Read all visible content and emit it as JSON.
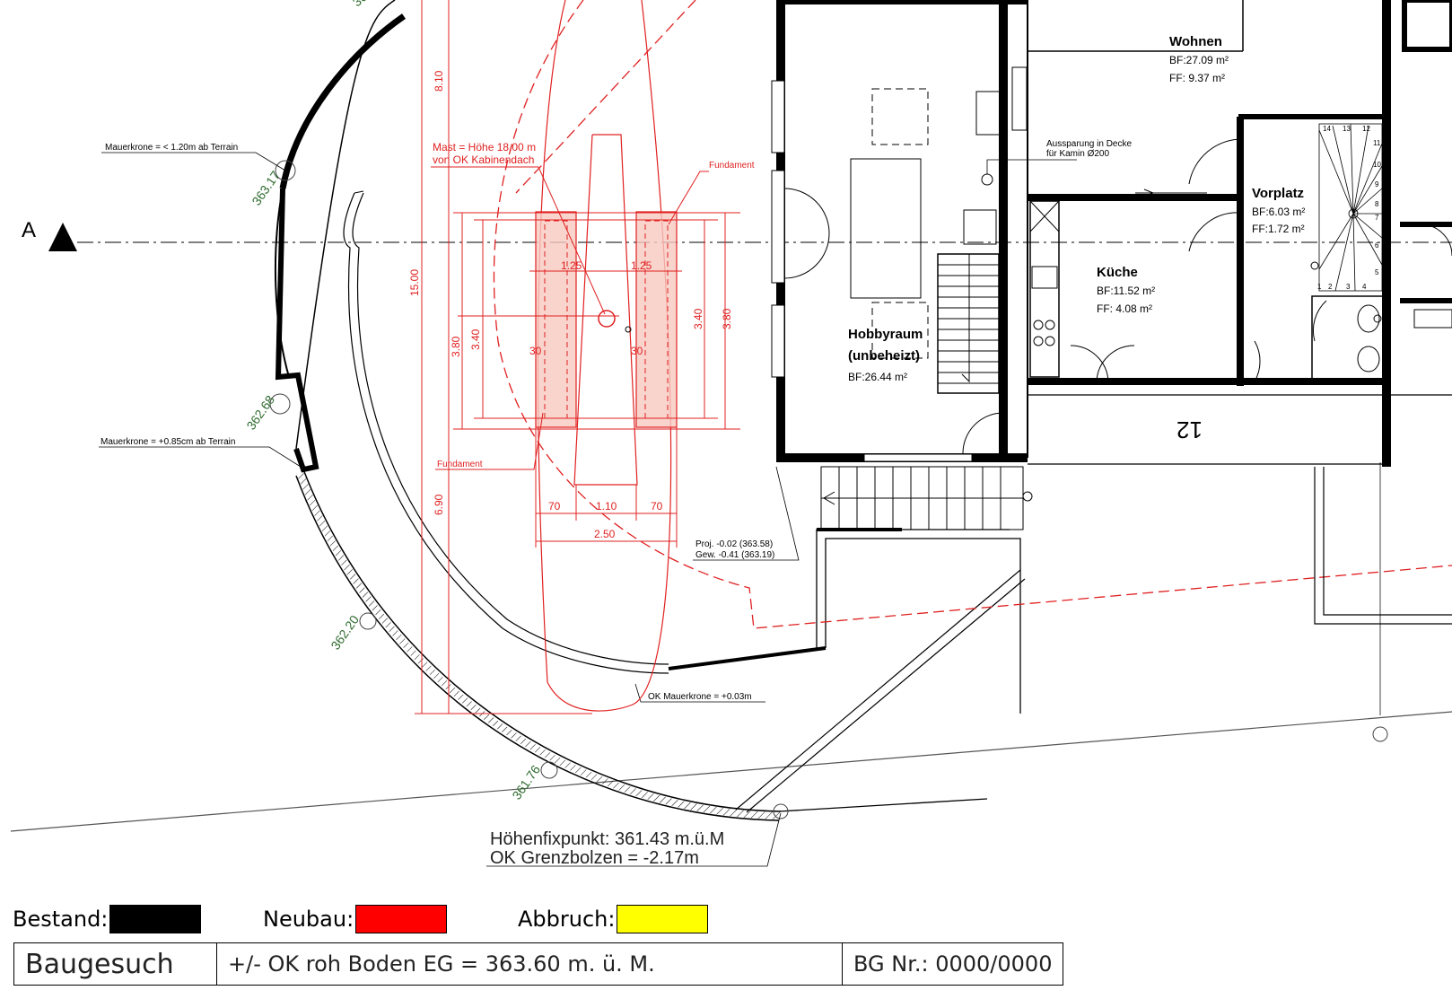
{
  "axis_marker": {
    "label": "A"
  },
  "rooms": {
    "wohnen": {
      "name": "Wohnen",
      "bf": "BF:27.09 m²",
      "ff": "FF:  9.37 m²"
    },
    "vorplatz": {
      "name": "Vorplatz",
      "bf": "BF:6.03 m²",
      "ff": "FF:1.72 m²"
    },
    "kueche": {
      "name": "Küche",
      "bf": "BF:11.52 m²",
      "ff": "FF:  4.08 m²"
    },
    "hobbyraum": {
      "name_line1": "Hobbyraum",
      "name_line2": "(unbeheizt)",
      "bf": "BF:26.44 m²"
    }
  },
  "notes": {
    "aussparung_line1": "Aussparung in Decke",
    "aussparung_line2": "für Kamin Ø200",
    "mauerkrone_top": "Mauerkrone = < 1.20m ab Terrain",
    "mauerkrone_mid": "Mauerkrone = +0.85cm ab Terrain",
    "ok_mauerkrone": "OK Mauerkrone = +0.03m",
    "mast_line1": "Mast = Höhe 18.00 m",
    "mast_line2": "von OK Kabinendach",
    "fundament_1": "Fundament",
    "fundament_2": "Fundament",
    "proj": "Proj. -0.02 (363.58)",
    "gew": "Gew. -0.41 (363.19)",
    "fixpunkt_line1": "Höhenfixpunkt: 361.43 m.ü.M",
    "fixpunkt_line2": "OK Grenzbolzen = -2.17m",
    "house_number": "12"
  },
  "spot_heights": [
    "363.17",
    "362.68",
    "362.20",
    "361.76",
    "36"
  ],
  "dimensions": {
    "d_810": "8.10",
    "d_1500": "15.00",
    "d_690": "6.90",
    "d_125a": "1.25",
    "d_125b": "1.25",
    "d_380l": "3.80",
    "d_340l": "3.40",
    "d_340r": "3.40",
    "d_380r": "3.80",
    "d_30a": "30",
    "d_30b": "30",
    "d_70a": "70",
    "d_110": "1.10",
    "d_70b": "70",
    "d_250": "2.50"
  },
  "stair_numbers": [
    "14",
    "13",
    "12",
    "11",
    "10",
    "9",
    "8",
    "7",
    "6",
    "5",
    "4",
    "3",
    "2",
    "1"
  ],
  "legend": {
    "bestand_label": "Bestand:",
    "bestand_color": "#000000",
    "neubau_label": "Neubau:",
    "neubau_color": "#ff0000",
    "abbruch_label": "Abbruch:",
    "abbruch_color": "#ffff00"
  },
  "title_block": {
    "title": "Baugesuch",
    "level": "+/- OK roh Boden EG = 363.60 m. ü. M.",
    "bg_nr": "BG Nr.: 0000/0000"
  },
  "colors": {
    "existing": "#000000",
    "new": "#e02020",
    "fill_new": "#f7c9c0",
    "spot": "#2e6b2e"
  }
}
